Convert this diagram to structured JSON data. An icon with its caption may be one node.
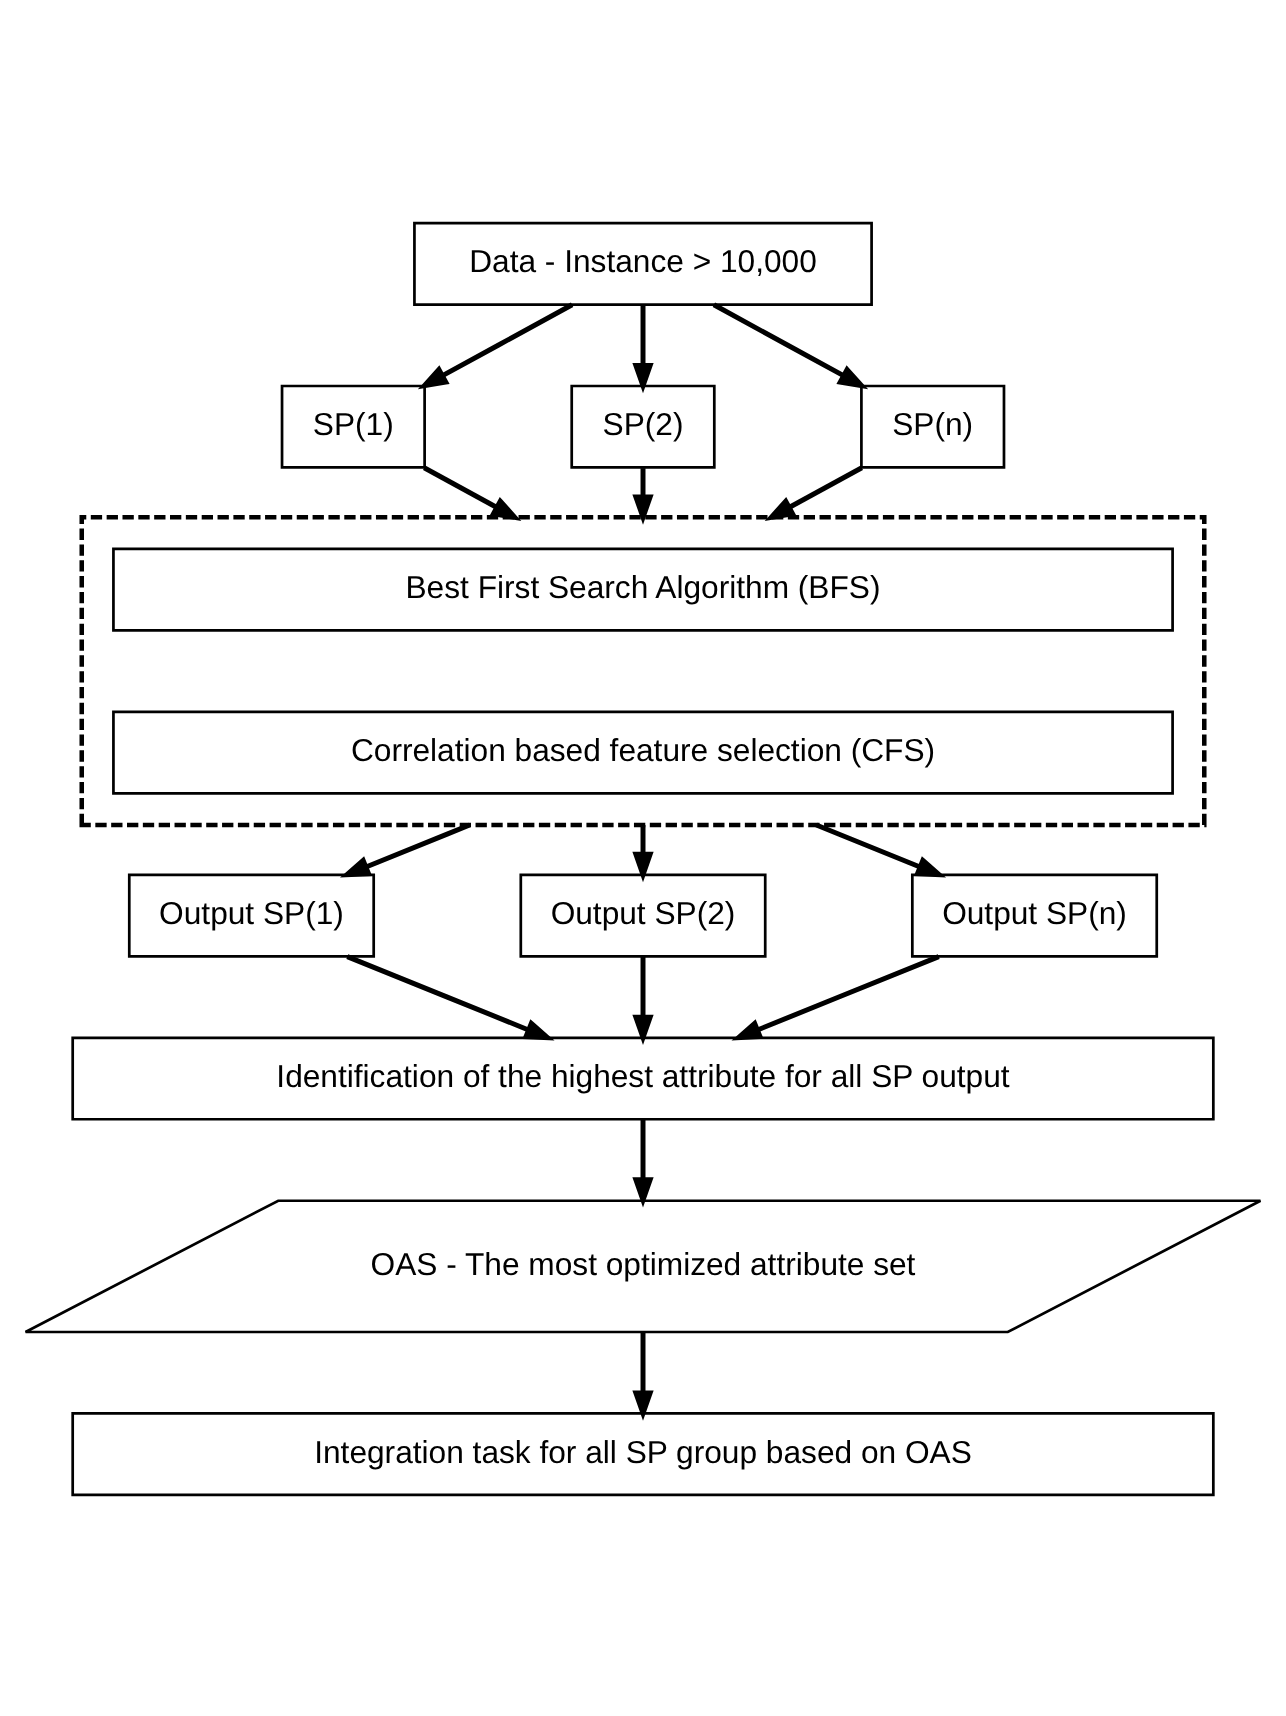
{
  "diagram": {
    "nodes": [
      {
        "text": [
          "Data - Instance > 10,000"
        ]
      },
      {
        "text": [
          "SP(1)"
        ]
      },
      {
        "text": [
          "SP(2)"
        ]
      },
      {
        "text": [
          "SP(n)"
        ]
      },
      {
        "text": [],
        "shape": "box"
      },
      {
        "text": [
          "Best First Search Algorithm (BFS)"
        ],
        "in": 4
      },
      {
        "text": [
          "Correlation based feature selection (CFS)"
        ],
        "in": 4
      },
      {
        "text": [
          "Output SP(1)"
        ]
      },
      {
        "text": [
          "Output SP(2)"
        ]
      },
      {
        "text": [
          "Output SP(n)"
        ]
      },
      {
        "text": [
          "Identification of the highest attribute for all SP output"
        ]
      },
      {
        "text": [
          "OAS - The most optimized attribute set"
        ]
      },
      {
        "text": [
          "Integration task for all SP group based on OAS"
        ]
      }
    ],
    "edges": [
      {
        "from": 0,
        "to": 1,
        "arrow": "to"
      },
      {
        "from": 0,
        "to": 2,
        "arrow": "to"
      },
      {
        "from": 0,
        "to": 3,
        "arrow": "to"
      },
      {
        "from": 1,
        "to": 4,
        "arrow": "to"
      },
      {
        "from": 2,
        "to": 4,
        "arrow": "to"
      },
      {
        "from": 3,
        "to": 4,
        "arrow": "to"
      },
      {
        "from": 4,
        "to": 7,
        "arrow": "to"
      },
      {
        "from": 4,
        "to": 8,
        "arrow": "to"
      },
      {
        "from": 4,
        "to": 9,
        "arrow": "to"
      },
      {
        "from": 7,
        "to": 10,
        "arrow": "to"
      },
      {
        "from": 8,
        "to": 10,
        "arrow": "to"
      },
      {
        "from": 9,
        "to": 10,
        "arrow": "to"
      },
      {
        "from": 10,
        "to": 11,
        "arrow": "to"
      },
      {
        "from": 11,
        "to": 12,
        "arrow": "to"
      }
    ]
  }
}
